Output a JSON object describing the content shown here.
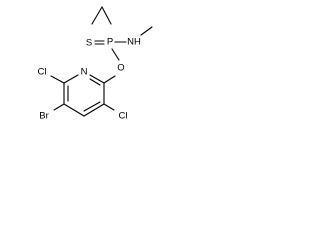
{
  "molecule": {
    "atom_labels": {
      "p": "P",
      "s": "S",
      "nh": "NH",
      "o": "O",
      "n": "N",
      "cl_left": "Cl",
      "cl_right": "Cl",
      "br": "Br"
    }
  }
}
